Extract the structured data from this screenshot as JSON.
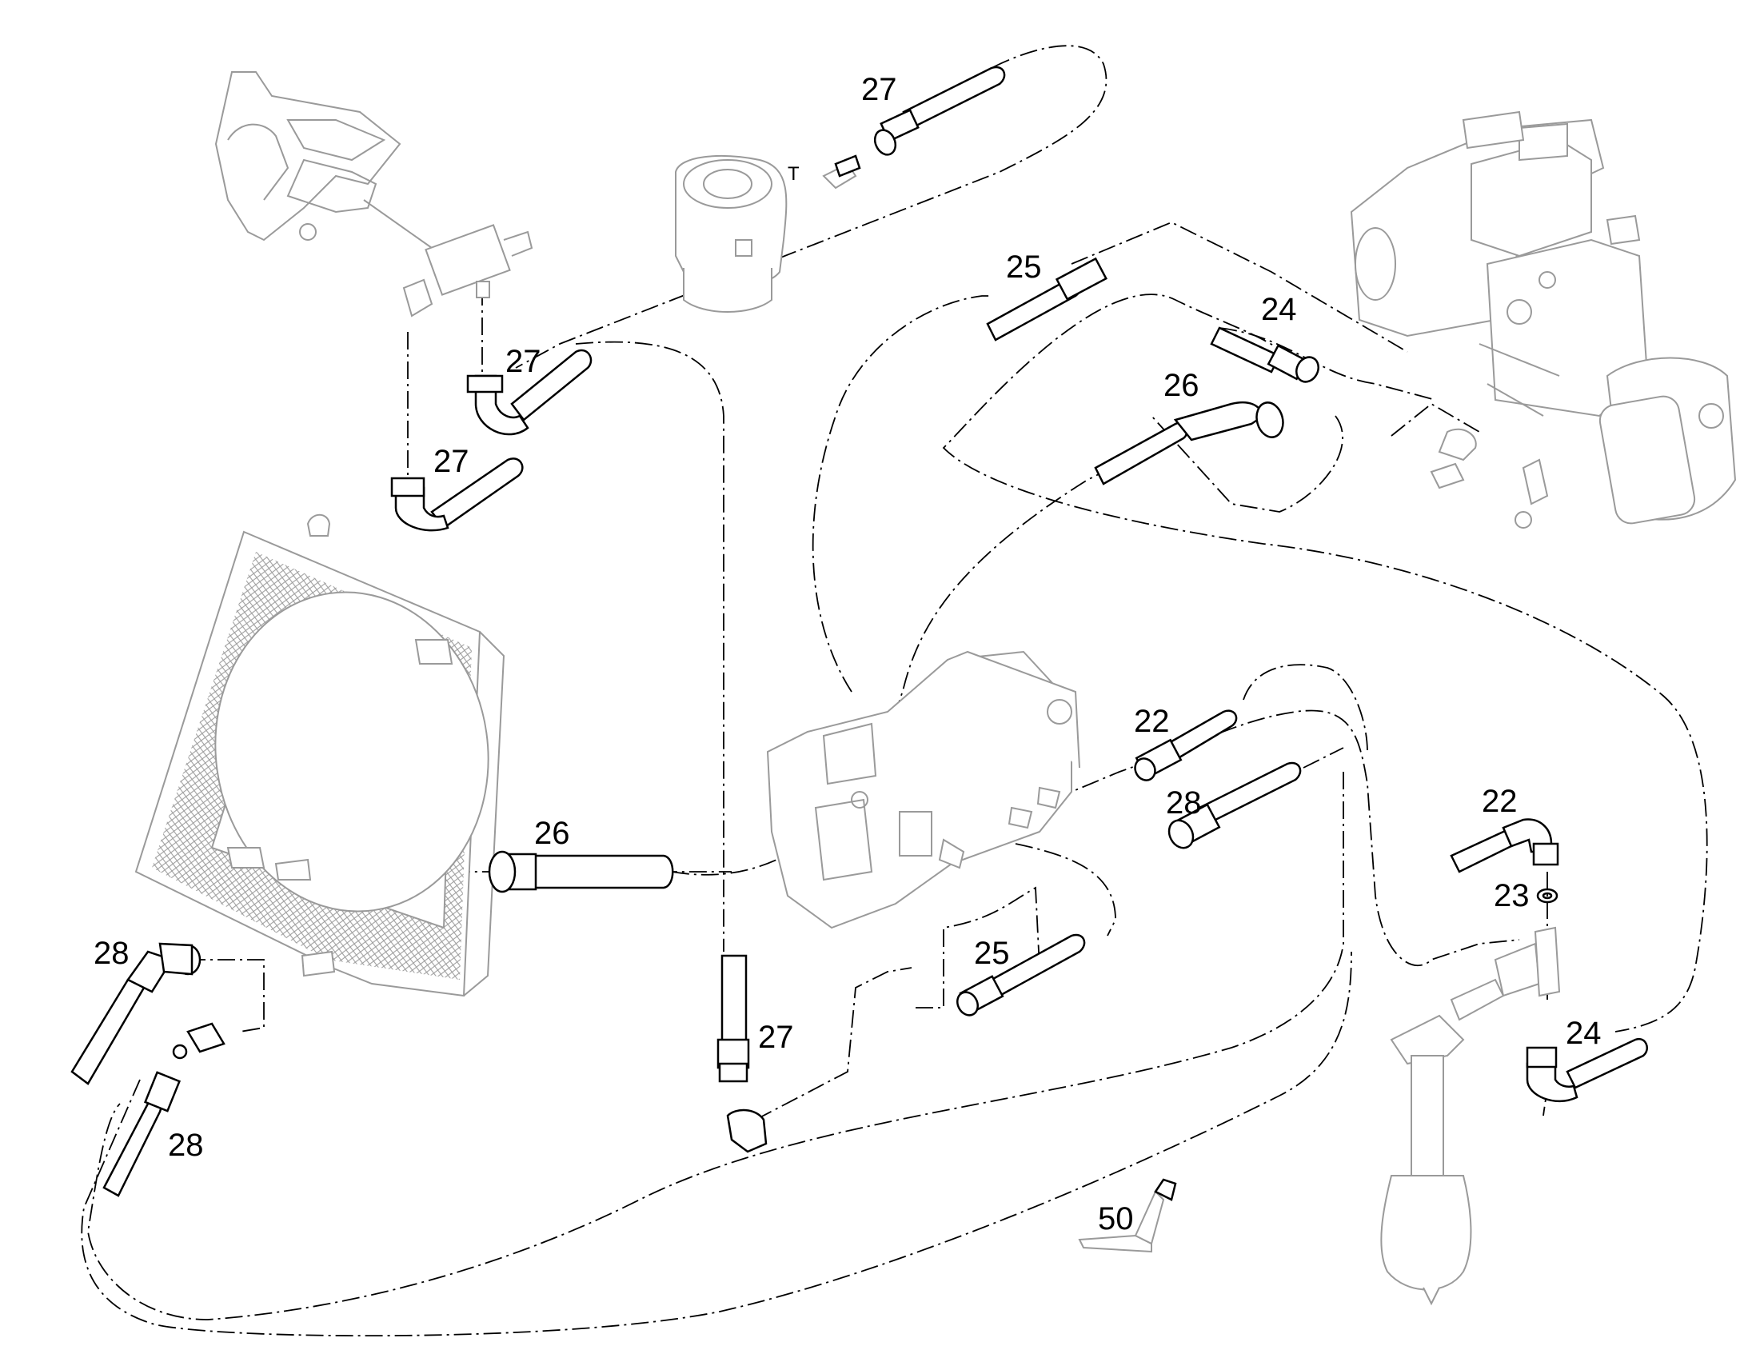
{
  "diagram": {
    "callouts": [
      {
        "id": "c27a",
        "text": "27"
      },
      {
        "id": "c27b",
        "text": "27"
      },
      {
        "id": "c27c",
        "text": "27"
      },
      {
        "id": "c27d",
        "text": "27"
      },
      {
        "id": "c25a",
        "text": "25"
      },
      {
        "id": "c25b",
        "text": "25"
      },
      {
        "id": "c24a",
        "text": "24"
      },
      {
        "id": "c24b",
        "text": "24"
      },
      {
        "id": "c26a",
        "text": "26"
      },
      {
        "id": "c26b",
        "text": "26"
      },
      {
        "id": "c22a",
        "text": "22"
      },
      {
        "id": "c22b",
        "text": "22"
      },
      {
        "id": "c28a",
        "text": "28"
      },
      {
        "id": "c28b",
        "text": "28"
      },
      {
        "id": "c28c",
        "text": "28"
      },
      {
        "id": "c23",
        "text": "23"
      },
      {
        "id": "c50",
        "text": "50"
      }
    ],
    "port_label": "T"
  }
}
